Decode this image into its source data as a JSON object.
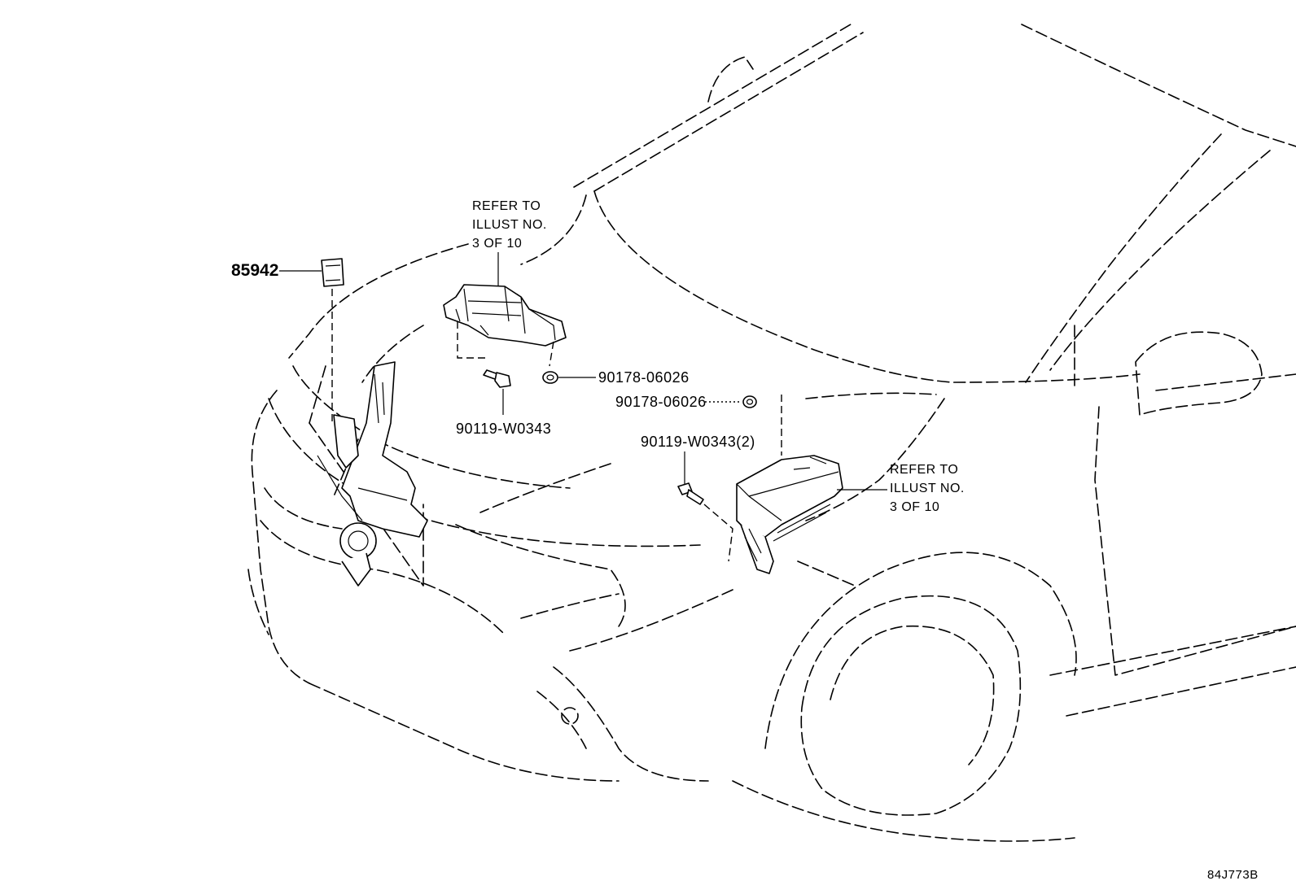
{
  "labels": {
    "part_85942": "85942",
    "part_90178_top": "90178-06026",
    "part_90119_left": "90119-W0343",
    "part_90178_right": "90178-06026",
    "part_90119_right": "90119-W0343(2)",
    "refer_left": [
      "REFER TO",
      "ILLUST NO.",
      "3 OF 10"
    ],
    "refer_right": [
      "REFER TO",
      "ILLUST NO.",
      "3 OF 10"
    ],
    "illustration_code": "84J773B"
  }
}
